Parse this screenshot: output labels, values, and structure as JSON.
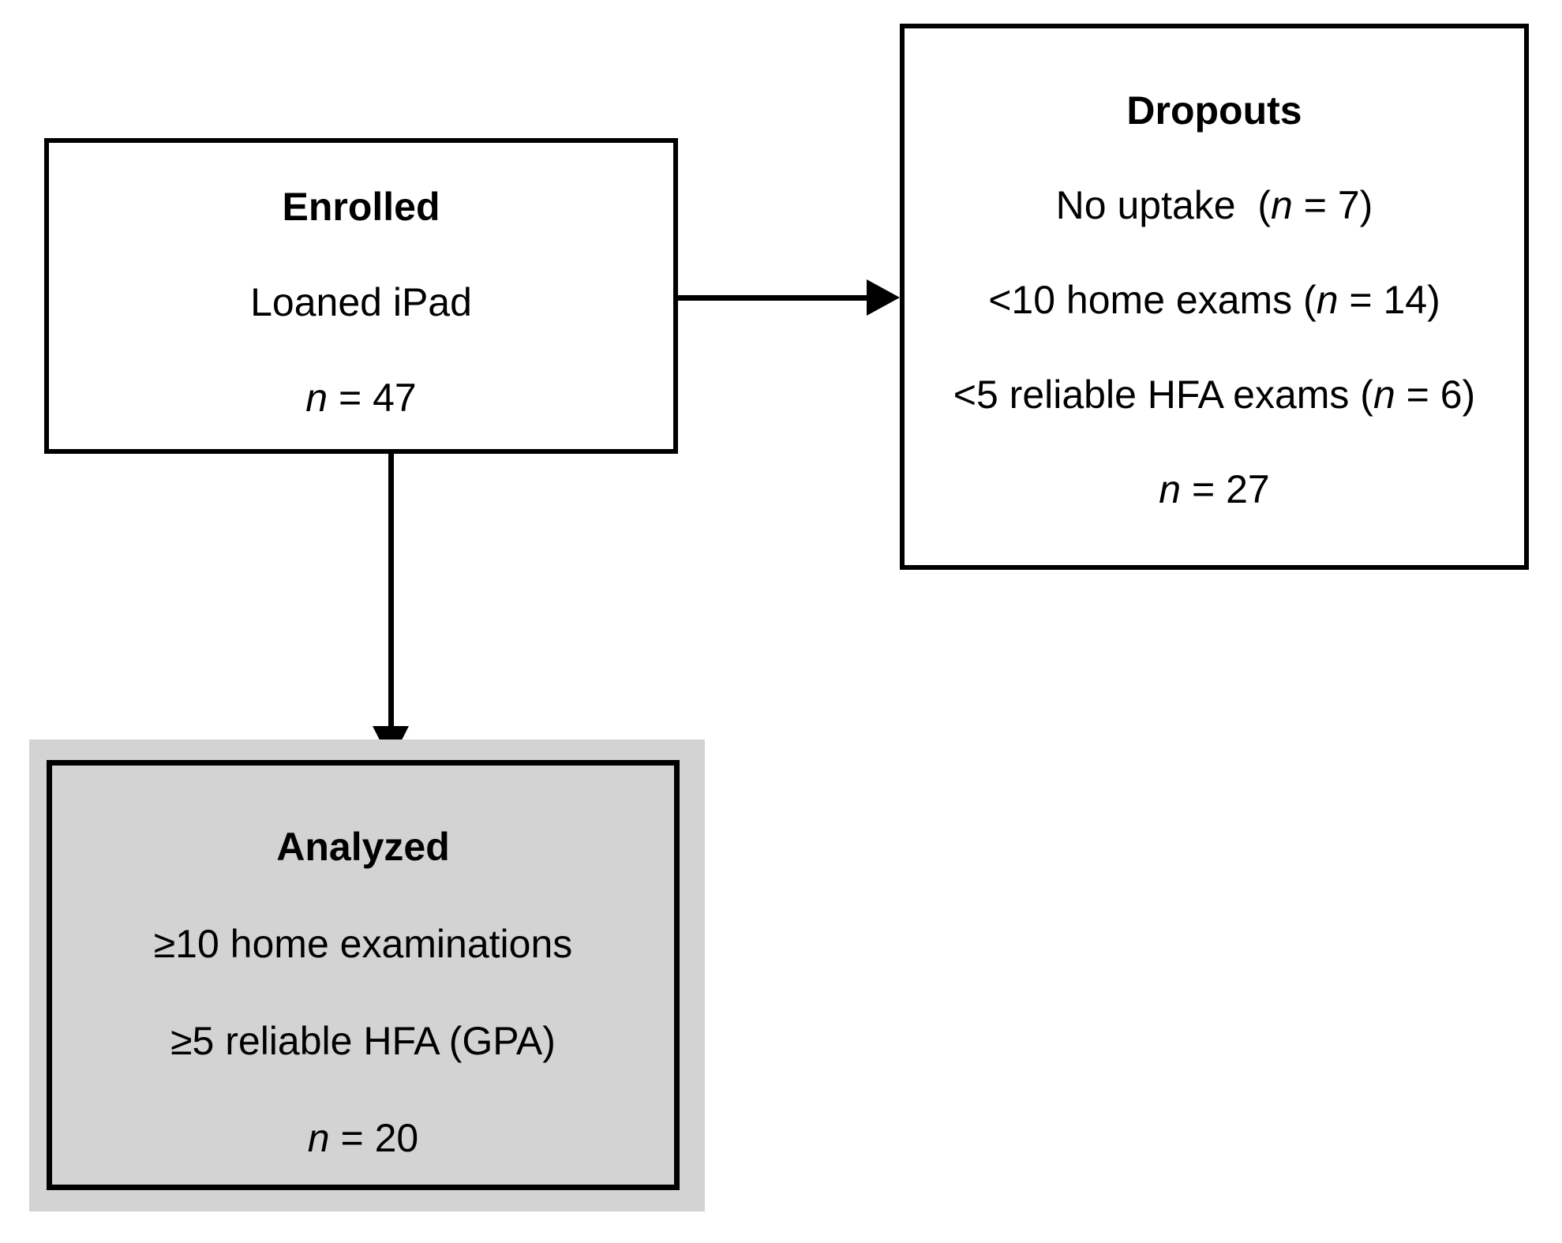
{
  "figure": {
    "enrolled": {
      "title": "Enrolled",
      "line1": "Loaned iPad",
      "count_n": "n",
      "count_rest": " = 47"
    },
    "dropouts": {
      "title": "Dropouts",
      "items": [
        {
          "pre": "No uptake  (",
          "n": "n",
          "post": " = 7)"
        },
        {
          "pre": "<10 home exams (",
          "n": "n",
          "post": " = 14)"
        },
        {
          "pre": "<5 reliable HFA exams (",
          "n": "n",
          "post": " = 6)"
        }
      ],
      "count_n": "n",
      "count_rest": " = 27"
    },
    "analyzed": {
      "title": "Analyzed",
      "line1": "≥10 home examinations",
      "line2": "≥5 reliable HFA (GPA)",
      "count_n": "n",
      "count_rest": " = 20"
    },
    "colors": {
      "border": "#000000",
      "background": "#ffffff",
      "analyzed_bg": "#d3d3d3"
    }
  }
}
